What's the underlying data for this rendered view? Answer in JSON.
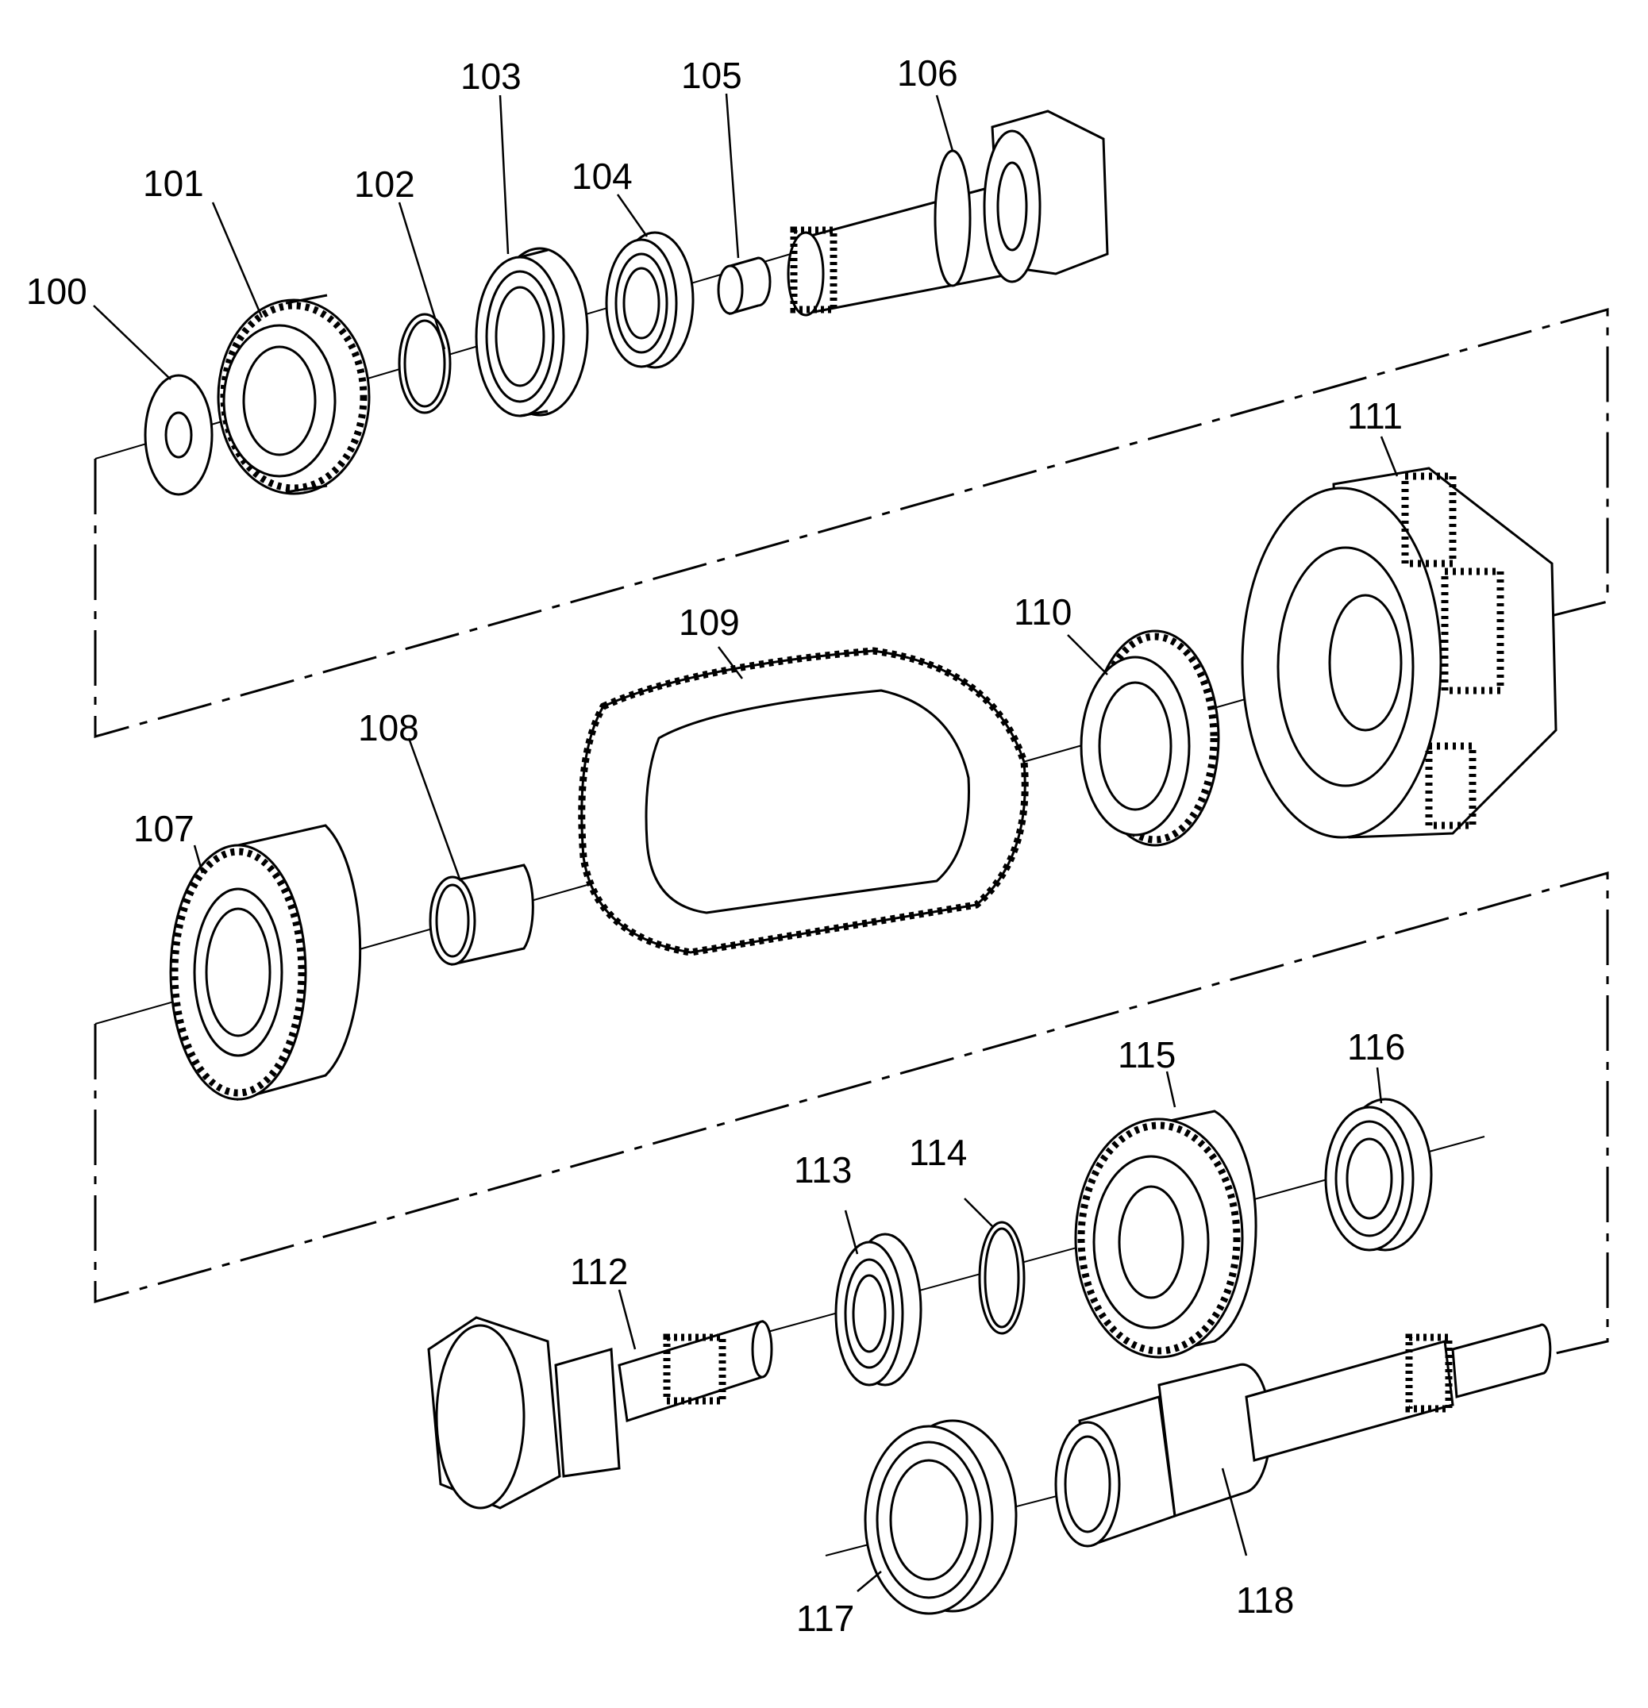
{
  "callouts": {
    "c100": "100",
    "c101": "101",
    "c102": "102",
    "c103": "103",
    "c104": "104",
    "c105": "105",
    "c106": "106",
    "c107": "107",
    "c108": "108",
    "c109": "109",
    "c110": "110",
    "c111": "111",
    "c112": "112",
    "c113": "113",
    "c114": "114",
    "c115": "115",
    "c116": "116",
    "c117": "117",
    "c118": "118"
  },
  "icons": {
    "gear": "gear-icon",
    "bearing": "bearing-icon",
    "snap_ring": "snap-ring-icon",
    "washer": "washer-icon",
    "shaft": "shaft-icon",
    "chain": "chain-icon"
  }
}
